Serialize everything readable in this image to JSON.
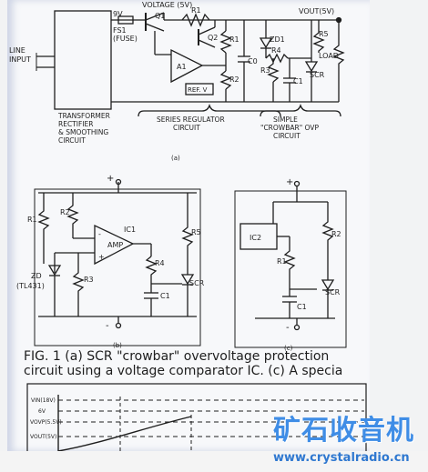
{
  "figure_a": {
    "labels": {
      "voltage": "VOLTAGE (5V)",
      "nine_v": "9V",
      "fs1": "FS1",
      "fuse": "(FUSE)",
      "line": "LINE",
      "input": "INPUT",
      "q1": "Q1",
      "r1": "R1",
      "q2": "Q2",
      "a1": "A1",
      "ref": "REF. V",
      "r2": "R2",
      "c0": "C0",
      "zd1": "ZD1",
      "r4": "R4",
      "r3": "R3",
      "c1": "C1",
      "scr": "SCR",
      "vout": "VOUT(5V)",
      "r5": "R5",
      "load": "LOAD",
      "trf1": "TRANSFORMER",
      "trf2": "RECTIFIER",
      "trf3": "& SMOOTHING",
      "trf4": "CIRCUIT",
      "series1": "SERIES REGULATOR",
      "series2": "CIRCUIT",
      "simple1": "SIMPLE",
      "simple2": "\"CROWBAR\" OVP",
      "simple3": "CIRCUIT",
      "panel": "(a)"
    }
  },
  "figure_b": {
    "labels": {
      "plus": "+",
      "r1": "R1",
      "r2": "R2",
      "ic1": "IC1",
      "amp": "AMP",
      "minus_in": "-",
      "plus_in": "+",
      "r5": "R5",
      "r4": "R4",
      "zd": "ZD",
      "tl431": "(TL431)",
      "r3": "R3",
      "c1": "C1",
      "scr": "SCR",
      "minus": "-",
      "panel": "(b)"
    }
  },
  "figure_c": {
    "labels": {
      "plus": "+",
      "ic2": "IC2",
      "r2": "R2",
      "r1": "R1",
      "scr": "SCR",
      "c1": "C1",
      "minus": "-",
      "panel": "(c)"
    }
  },
  "caption": {
    "line1": "FIG. 1 (a) SCR \"crowbar\" overvoltage protection",
    "line2": "circuit using a voltage comparator IC. (c) A specia"
  },
  "graph": {
    "labels": {
      "vin": "VIN(18V)",
      "v6": "6V",
      "vovp": "VOVP(5.5V)",
      "vout": "VOUT(5V)"
    }
  },
  "watermark": {
    "title": "矿石收音机",
    "url": "www.crystalradio.cn"
  },
  "colors": {
    "ink": "#1e1e1e",
    "screen": "#f7f8fa",
    "watermark_blue": "#3f8de6"
  }
}
